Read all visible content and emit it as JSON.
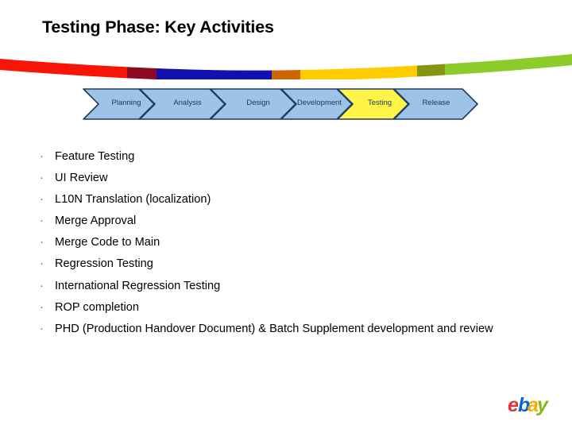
{
  "slide": {
    "title": "Testing Phase: Key Activities",
    "background_color": "#ffffff"
  },
  "accent_bar": {
    "name": "decorative-swoosh-bar",
    "segments": [
      {
        "name": "red",
        "color": "#f81407"
      },
      {
        "name": "dark-red",
        "color": "#8c0b22"
      },
      {
        "name": "blue",
        "color": "#1111b0"
      },
      {
        "name": "orange",
        "color": "#cc6600"
      },
      {
        "name": "gold",
        "color": "#ffcc00"
      },
      {
        "name": "olive",
        "color": "#87940f"
      },
      {
        "name": "green",
        "color": "#8ccc29"
      }
    ]
  },
  "process_flow": {
    "name": "sdlc-phase-chevrons",
    "active_step": "Testing",
    "fill_color": "#9dc3e6",
    "active_fill_color": "#fff447",
    "border_color": "#1f3864",
    "text_color": "#17375e",
    "steps": [
      {
        "label": "Planning",
        "active": false
      },
      {
        "label": "Analysis",
        "active": false
      },
      {
        "label": "Design",
        "active": false
      },
      {
        "label": "Development",
        "active": false
      },
      {
        "label": "Testing",
        "active": true
      },
      {
        "label": "Release",
        "active": false
      }
    ]
  },
  "bullets": {
    "marker": "·",
    "marker_color": "#4a6a8a",
    "items": [
      "Feature Testing",
      "UI Review",
      "L10N Translation (localization)",
      "Merge Approval",
      "Merge Code to Main",
      "Regression Testing",
      "International Regression Testing",
      "ROP completion",
      "PHD (Production Handover Document) & Batch Supplement development and review"
    ]
  },
  "logo": {
    "name": "ebay-logo",
    "letters": [
      {
        "char": "e",
        "color": "#e53238"
      },
      {
        "char": "b",
        "color": "#0064d2"
      },
      {
        "char": "a",
        "color": "#f5af02"
      },
      {
        "char": "y",
        "color": "#86b817"
      }
    ]
  }
}
